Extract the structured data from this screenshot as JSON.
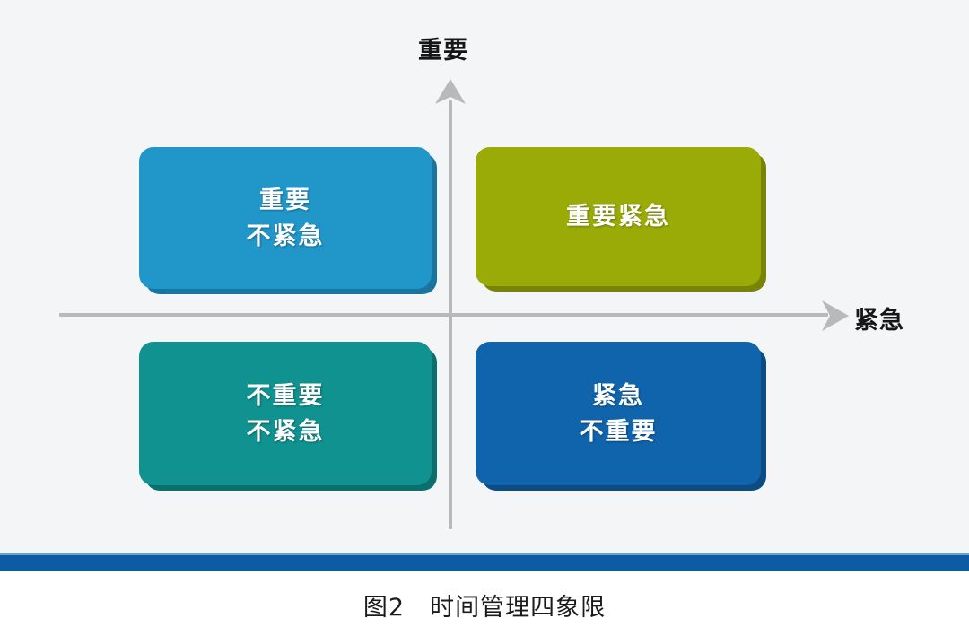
{
  "figure": {
    "caption": "图2　时间管理四象限",
    "background_color": "#f4f5f6",
    "divider_color": "#0b5ca4"
  },
  "axes": {
    "vertical": {
      "label": "重要",
      "direction": "up",
      "color": "#b9b9b9",
      "arrow_icon": "arrow-up-icon"
    },
    "horizontal": {
      "label": "紧急",
      "direction": "right",
      "color": "#b9b9b9",
      "arrow_icon": "arrow-right-icon"
    }
  },
  "chart_data": {
    "type": "matrix",
    "title": "图2　时间管理四象限",
    "xlabel": "紧急",
    "ylabel": "重要",
    "quadrants": [
      {
        "position": "top-left",
        "lines": [
          "重要",
          "不紧急"
        ],
        "color": "#2196c8",
        "shadow_color": "#1a74a0"
      },
      {
        "position": "top-right",
        "lines": [
          "重要紧急"
        ],
        "color": "#9aab07",
        "shadow_color": "#778405"
      },
      {
        "position": "bottom-left",
        "lines": [
          "不重要",
          "不紧急"
        ],
        "color": "#0f9290",
        "shadow_color": "#0b6f6d"
      },
      {
        "position": "bottom-right",
        "lines": [
          "紧急",
          "不重要"
        ],
        "color": "#1064ab",
        "shadow_color": "#0c4c82"
      }
    ]
  }
}
